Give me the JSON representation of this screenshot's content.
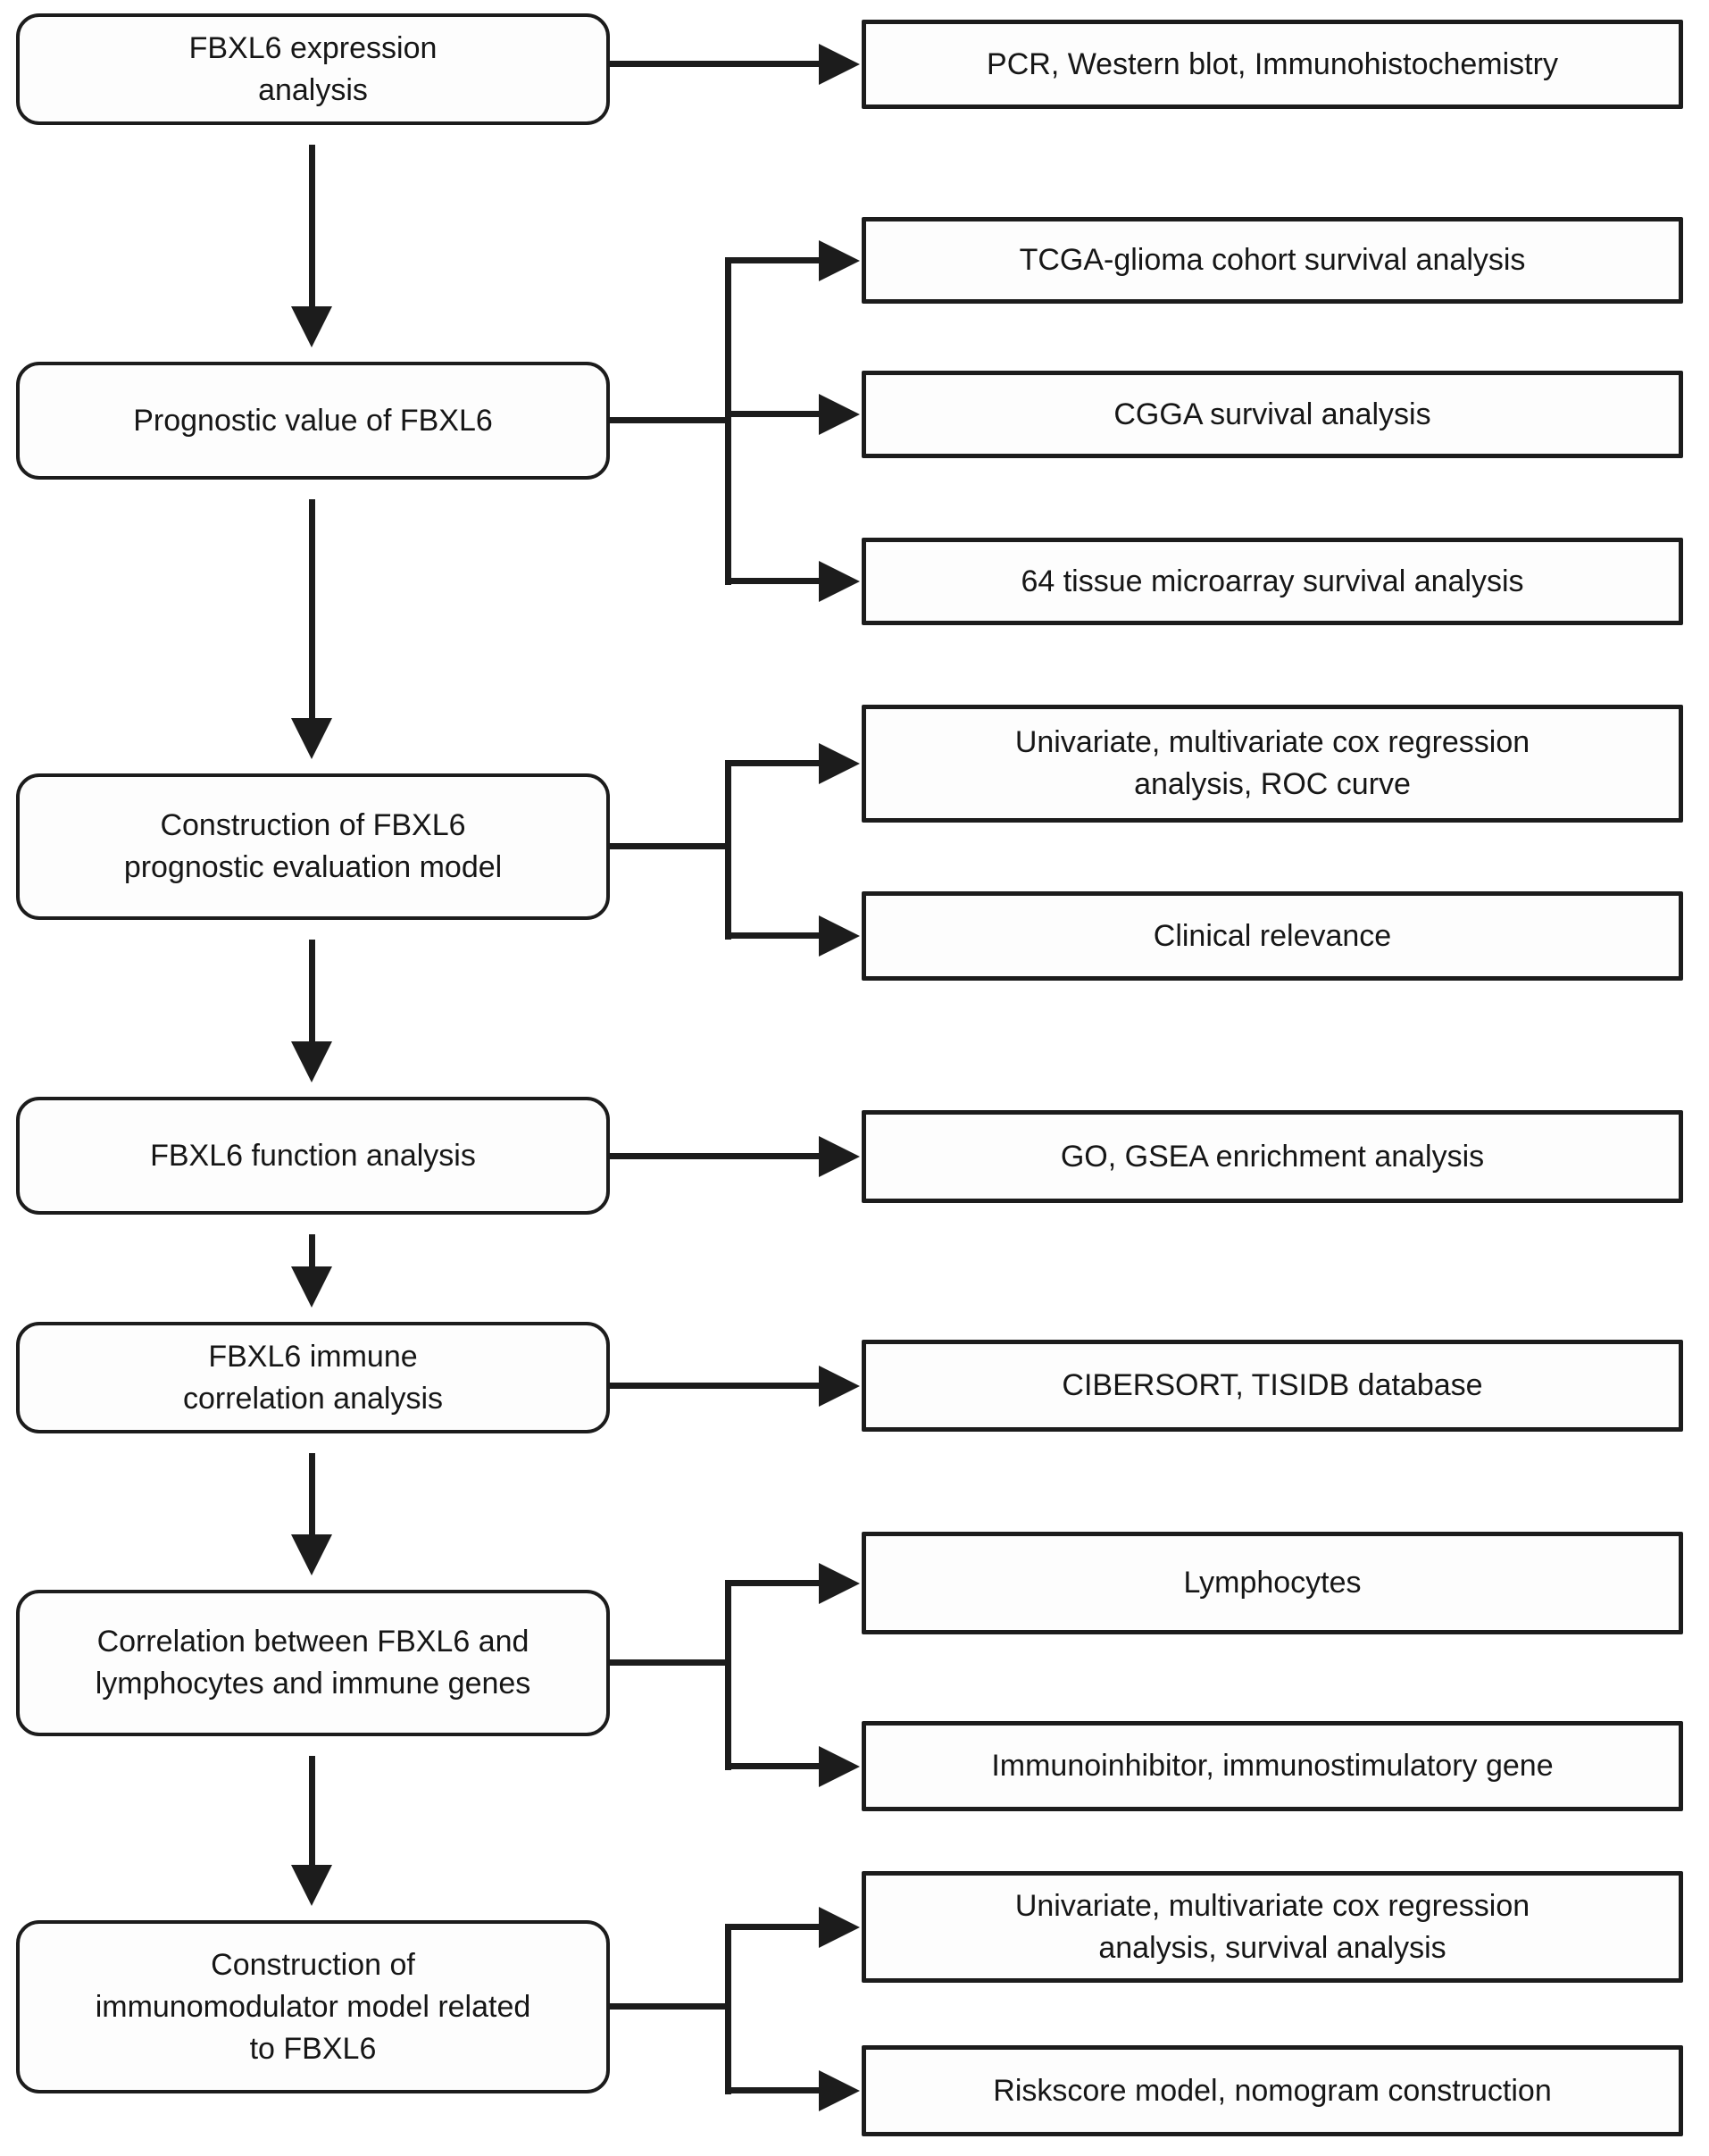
{
  "figure": {
    "title": "FBXL6 glioma study workflow flowchart",
    "background_color": "#ffffff",
    "box_fill": "#fdfdfd",
    "line_color": "#1c1c1c"
  },
  "nodes": {
    "expression": {
      "label": "FBXL6 expression\nanalysis"
    },
    "prognostic": {
      "label": "Prognostic value of FBXL6"
    },
    "model": {
      "label": "Construction of FBXL6\nprognostic evaluation model"
    },
    "function": {
      "label": "FBXL6 function analysis"
    },
    "immune": {
      "label": "FBXL6 immune\ncorrelation analysis"
    },
    "correlation": {
      "label": "Correlation between FBXL6 and\nlymphocytes and immune genes"
    },
    "immunomodulator": {
      "label": "Construction of\nimmunomodulator model related\nto FBXL6"
    },
    "pcr": {
      "label": "PCR, Western blot, Immunohistochemistry"
    },
    "tcga": {
      "label": "TCGA-glioma cohort survival analysis"
    },
    "cgga": {
      "label": "CGGA survival analysis"
    },
    "tma": {
      "label": "64 tissue microarray survival analysis"
    },
    "cox_roc": {
      "label": "Univariate, multivariate cox regression\nanalysis, ROC curve"
    },
    "clinical": {
      "label": "Clinical relevance"
    },
    "go_gsea": {
      "label": "GO, GSEA enrichment analysis"
    },
    "cibersort": {
      "label": "CIBERSORT, TISIDB database"
    },
    "lymphocytes": {
      "label": "Lymphocytes"
    },
    "immunoinhibitor": {
      "label": "Immunoinhibitor, immunostimulatory gene"
    },
    "cox_survival": {
      "label": "Univariate, multivariate cox regression\nanalysis, survival analysis"
    },
    "riskscore": {
      "label": "Riskscore model, nomogram construction"
    }
  },
  "edges": {
    "branches": [
      {
        "from": "expression",
        "to": [
          "pcr"
        ]
      },
      {
        "from": "prognostic",
        "to": [
          "tcga",
          "cgga",
          "tma"
        ]
      },
      {
        "from": "model",
        "to": [
          "cox_roc",
          "clinical"
        ]
      },
      {
        "from": "function",
        "to": [
          "go_gsea"
        ]
      },
      {
        "from": "immune",
        "to": [
          "cibersort"
        ]
      },
      {
        "from": "correlation",
        "to": [
          "lymphocytes",
          "immunoinhibitor"
        ]
      },
      {
        "from": "immunomodulator",
        "to": [
          "cox_survival",
          "riskscore"
        ]
      }
    ],
    "main_flow": [
      "expression",
      "prognostic",
      "model",
      "function",
      "immune",
      "correlation",
      "immunomodulator"
    ]
  }
}
